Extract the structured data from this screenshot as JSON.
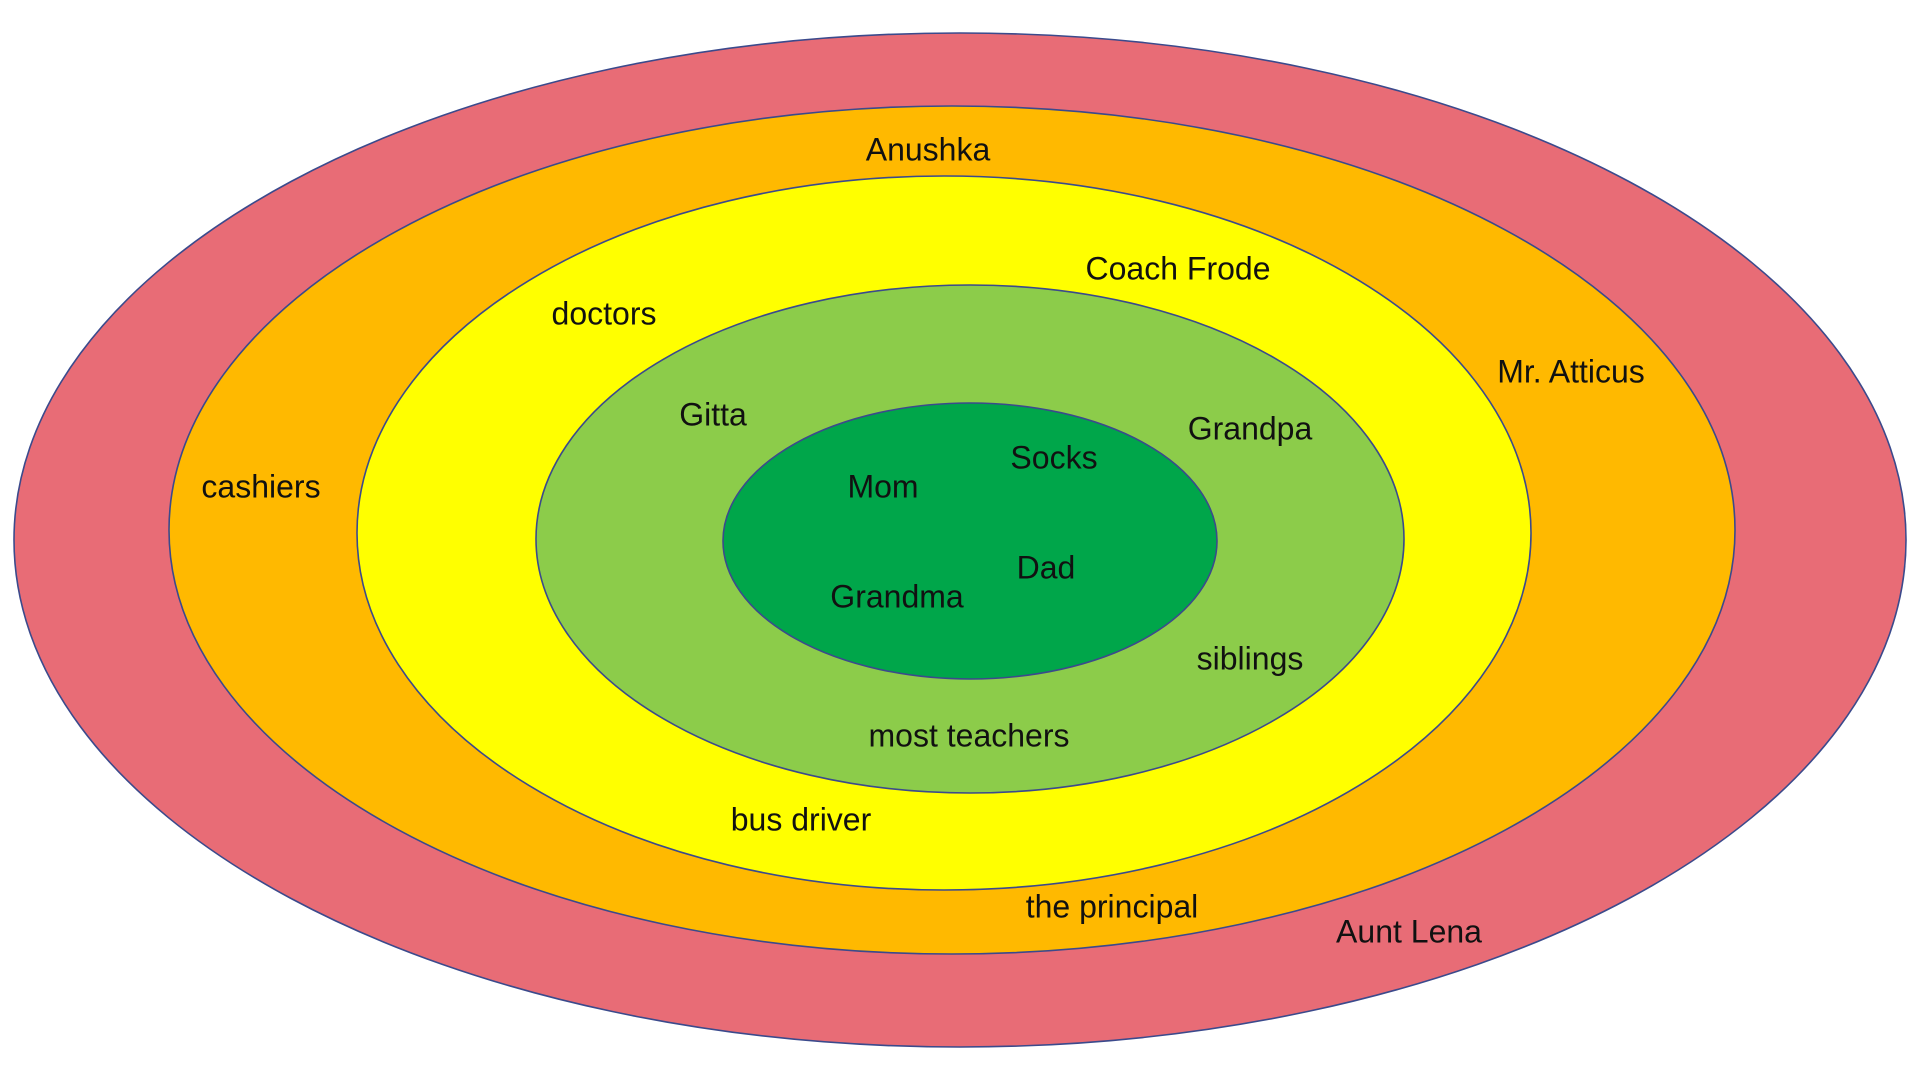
{
  "diagram": {
    "colors": {
      "outer_ring": "#e86c76",
      "fourth_ring": "#ffb900",
      "third_ring": "#ffff00",
      "second_ring": "#8ccc4a",
      "inner_core": "#00a64a",
      "ring_outline": "#3b4a8c"
    },
    "labels": {
      "anushka": "Anushka",
      "coach_frode": "Coach Frode",
      "doctors": "doctors",
      "mr_atticus": "Mr. Atticus",
      "gitta": "Gitta",
      "grandpa": "Grandpa",
      "cashiers": "cashiers",
      "mom": "Mom",
      "socks": "Socks",
      "dad": "Dad",
      "grandma": "Grandma",
      "siblings": "siblings",
      "most_teachers": "most teachers",
      "bus_driver": "bus driver",
      "the_principal": "the principal",
      "aunt_lena": "Aunt Lena"
    }
  }
}
